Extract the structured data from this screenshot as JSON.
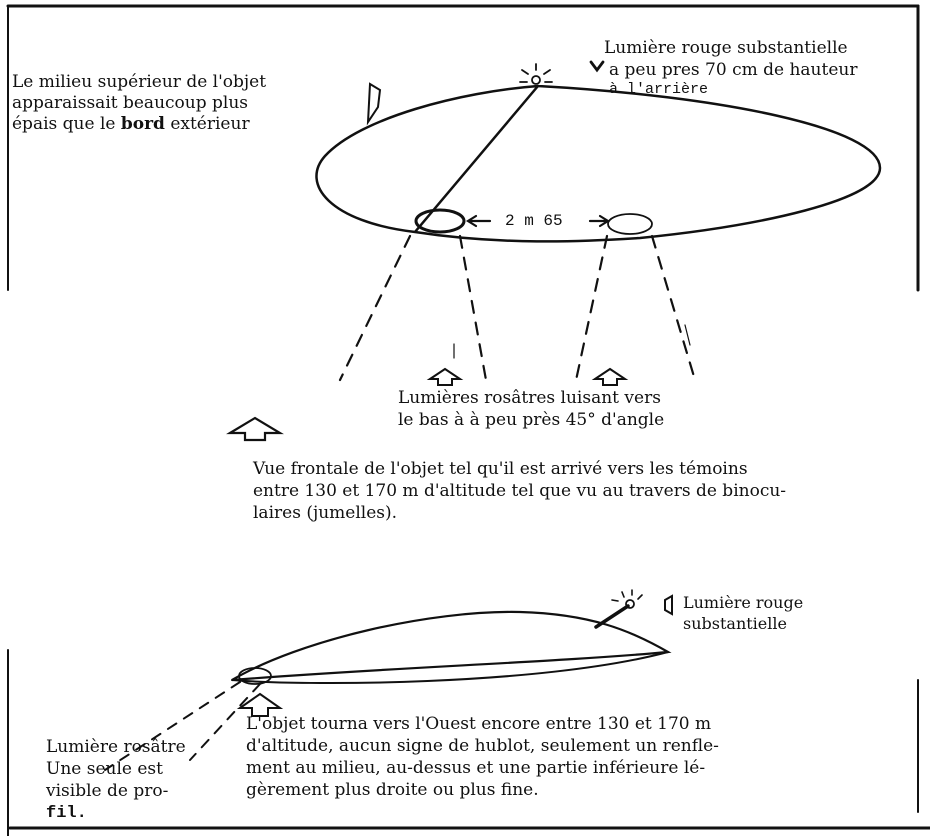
{
  "top_view": {
    "left_note": {
      "line1": "Le milieu supérieur de l'objet",
      "line2": "apparaissait beaucoup plus",
      "line3_pre": "épais que le ",
      "line3_bold": "bord",
      "line3_post": " extérieur"
    },
    "red_light_note": {
      "line1": "Lumière rouge substantielle",
      "line2": "a peu pres 70 cm de hauteur",
      "line3": "à l'arrière"
    },
    "distance_label": "2 m 65",
    "pink_lights_note": {
      "line1": "Lumières rosâtres luisant vers",
      "line2": "le bas à à peu près 45° d'angle"
    },
    "caption": {
      "line1": "Vue frontale de l'objet tel qu'il est arrivé vers les témoins",
      "line2": "entre 130 et 170 m d'altitude tel que vu au travers de binocu-",
      "line3": "laires (jumelles)."
    }
  },
  "side_view": {
    "red_light_note": {
      "line1": "Lumière rouge",
      "line2": "substantielle"
    },
    "pink_light_note": {
      "line1": "Lumière rosâtre",
      "line2": "Une seule est",
      "line3": "visible de pro-",
      "line4": "fil."
    },
    "caption": {
      "line1": "L'objet tourna vers l'Ouest encore entre 130 et 170 m",
      "line2": "d'altitude, aucun signe de hublot, seulement un renfle-",
      "line3": "ment au milieu, au-dessus et une partie inférieure lé-",
      "line4": "gèrement plus droite ou plus fine."
    }
  }
}
